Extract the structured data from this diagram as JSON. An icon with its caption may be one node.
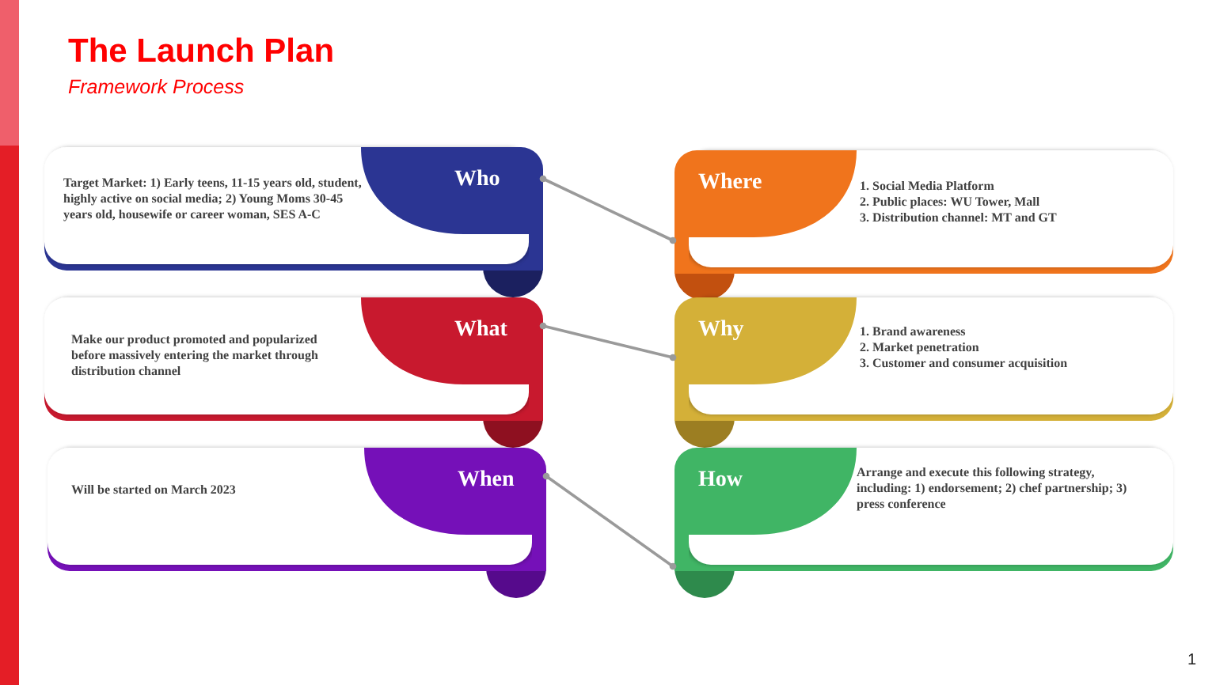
{
  "diagram": {
    "title": "The Launch Plan",
    "nodes": [
      {
        "text": [
          "Who",
          "Target Market: 1) Early teens, 11-15 years old, student, highly active on social media; 2) Young Moms 30-45 years old, housewife or career woman, SES A-C"
        ]
      },
      {
        "text": [
          "Where",
          "1. Social Media Platform",
          "2. Public places: WU Tower, Mall",
          "3. Distribution channel: MT and GT"
        ]
      },
      {
        "text": [
          "What",
          "Make our product promoted and popularized before massively entering the market through distribution channel"
        ]
      },
      {
        "text": [
          "Why",
          "1. Brand awareness",
          "2. Market penetration",
          "3. Customer and consumer acquisition"
        ]
      },
      {
        "text": [
          "When",
          "Will be started on March 2023"
        ]
      },
      {
        "text": [
          "How",
          "Arrange and execute this following strategy, including: 1) endorsement; 2) chef partnership; 3) press conference"
        ]
      }
    ],
    "edges": [
      {
        "from": 0,
        "to": 1,
        "arrow": "other"
      },
      {
        "from": 2,
        "to": 3,
        "arrow": "other"
      },
      {
        "from": 4,
        "to": 5,
        "arrow": "other"
      }
    ],
    "labels": [
      "Framework Process",
      "1"
    ]
  }
}
